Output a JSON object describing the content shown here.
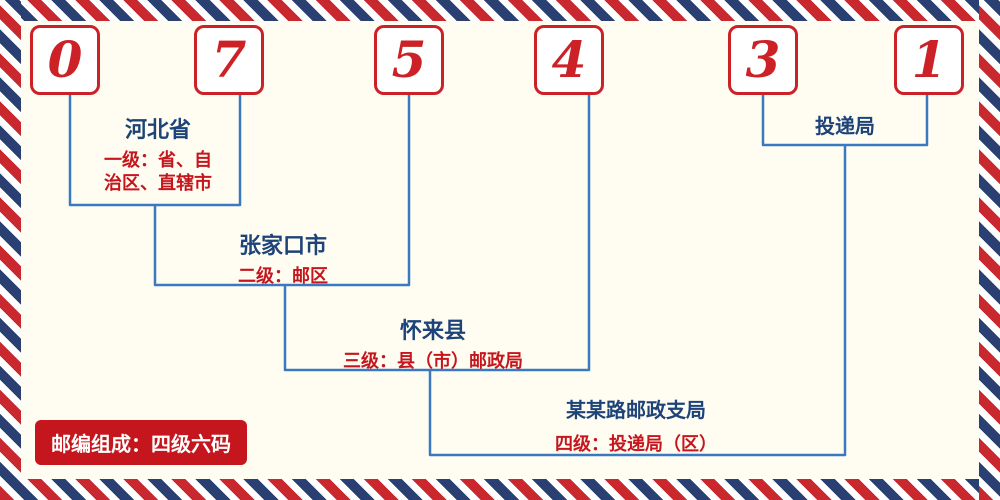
{
  "digits": [
    "0",
    "7",
    "5",
    "4",
    "3",
    "1"
  ],
  "level1": {
    "name": "河北省",
    "desc_line1": "一级：省、自",
    "desc_line2": "治区、直辖市"
  },
  "level2": {
    "name": "张家口市",
    "desc": "二级：邮区"
  },
  "level3": {
    "name": "怀来县",
    "desc": "三级：县（市）邮政局"
  },
  "level4": {
    "name": "某某路邮政支局",
    "desc": "四级：投递局（区）"
  },
  "delivery_bureau_label": "投递局",
  "footer_badge": "邮编组成：四级六码",
  "colors": {
    "stripe_red": "#c8282e",
    "stripe_blue": "#2a4073",
    "digit_red": "#cc2127",
    "label_blue": "#1d4379",
    "label_red": "#c5161d",
    "line_blue": "#3a79c0",
    "background": "#fffdf2"
  }
}
